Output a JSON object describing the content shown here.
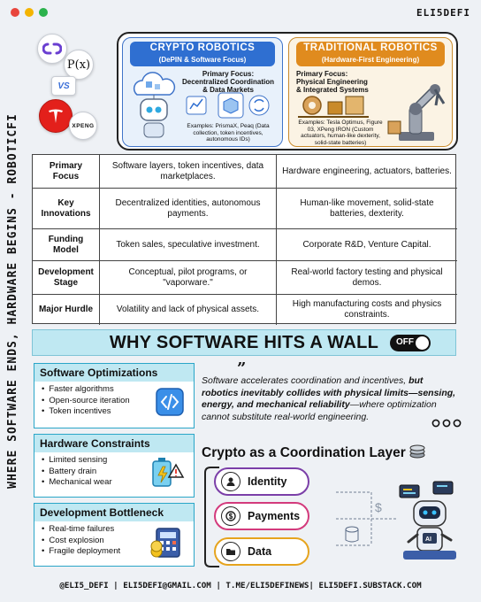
{
  "header": {
    "brand": "ELI5DEFI",
    "side_label": "WHERE SOFTWARE ENDS, HARDWARE BEGINS - ROBOTICFI"
  },
  "logos": [
    {
      "name": "prismax",
      "icon": "infinity-link-icon"
    },
    {
      "name": "peaq",
      "icon": "p-x-glyph",
      "text": "P(x)"
    },
    {
      "name": "virtuals",
      "icon": "vs-glyph",
      "text": "VS"
    },
    {
      "name": "tesla",
      "icon": "tesla-t-icon",
      "text": "TESLA"
    },
    {
      "name": "xpeng",
      "icon": "xpeng-mark-icon",
      "text": "XPENG"
    }
  ],
  "compare": {
    "crypto": {
      "title": "CRYPTO ROBOTICS",
      "subtitle": "(DePIN & Software Focus)",
      "focus": "Primary Focus: Decentralized Coordination & Data Markets",
      "examples": "Examples: PrismaX, Peaq (Data collection, token incentives, autonomous IDs)"
    },
    "traditional": {
      "title": "TRADITIONAL ROBOTICS",
      "subtitle": "(Hardware-First Engineering)",
      "focus": "Primary Focus: Physical Engineering & Integrated Systems",
      "examples": "Examples: Tesla Optimus, Figure 03, XPeng IRON (Custom actuators, human-like dexterity, solid-state batteries)"
    }
  },
  "table": {
    "rows": [
      {
        "label": "Primary Focus",
        "crypto": "Software layers, token incentives, data marketplaces.",
        "traditional": "Hardware engineering, actuators, batteries."
      },
      {
        "label": "Key Innovations",
        "crypto": "Decentralized identities, autonomous payments.",
        "traditional": "Human-like movement, solid-state batteries, dexterity."
      },
      {
        "label": "Funding Model",
        "crypto": "Token sales, speculative investment.",
        "traditional": "Corporate R&D, Venture Capital."
      },
      {
        "label": "Development Stage",
        "crypto": "Conceptual, pilot programs, or \"vaporware.\"",
        "traditional": "Real-world factory testing and physical demos."
      },
      {
        "label": "Major Hurdle",
        "crypto": "Volatility and lack of physical assets.",
        "traditional": "High manufacturing costs and physics constraints."
      }
    ]
  },
  "banner": {
    "title": "WHY SOFTWARE HITS A WALL",
    "toggle_label": "OFF"
  },
  "cards": [
    {
      "title": "Software Optimizations",
      "items": [
        "Faster algorithms",
        "Open-source iteration",
        "Token incentives"
      ],
      "icon": "code-window-icon"
    },
    {
      "title": "Hardware Constraints",
      "items": [
        "Limited sensing",
        "Battery drain",
        "Mechanical wear"
      ],
      "icon": "battery-warning-icon"
    },
    {
      "title": "Development Bottleneck",
      "items": [
        "Real-time failures",
        "Cost explosion",
        "Fragile deployment"
      ],
      "icon": "calculator-coins-icon"
    }
  ],
  "quote": {
    "mark": "”",
    "lead": "Software accelerates coordination and incentives, ",
    "bold": "but robotics inevitably collides with physical limits—sensing, energy, and mechanical reliability",
    "tail": "—where optimization cannot substitute real-world engineering."
  },
  "coordination": {
    "title": "Crypto as a Coordination Layer",
    "pills": [
      {
        "label": "Identity",
        "icon": "identity-badge-icon",
        "color": "#7b3fa8"
      },
      {
        "label": "Payments",
        "icon": "dollar-coin-icon",
        "color": "#d33a7c"
      },
      {
        "label": "Data",
        "icon": "data-folder-icon",
        "color": "#e6a41e"
      }
    ]
  },
  "footer": {
    "text": "@ELI5_DEFI | ELI5DEFI@GMAIL.COM | T.ME/ELI5DEFINEWS| ELI5DEFI.SUBSTACK.COM"
  }
}
